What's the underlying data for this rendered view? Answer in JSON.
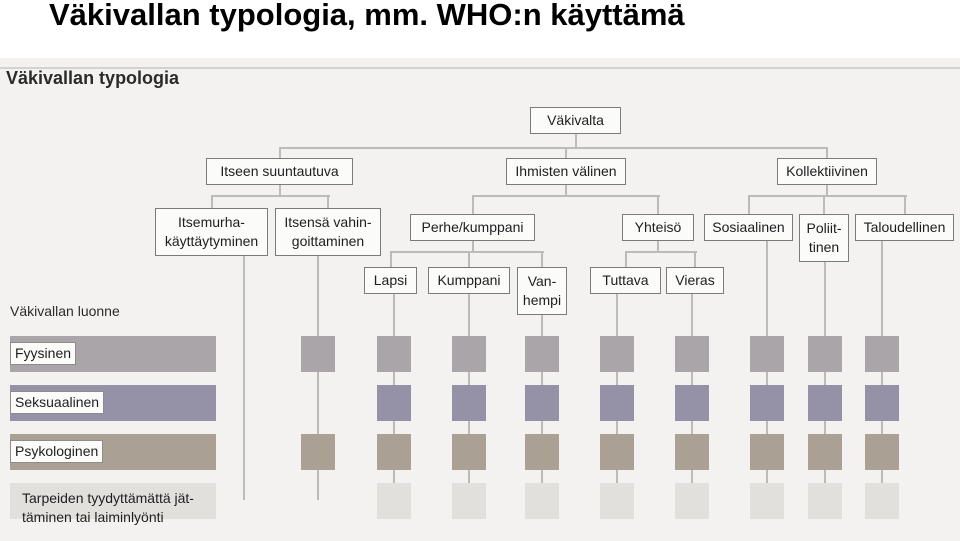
{
  "slide_title": "Väkivallan typologia, mm. WHO:n käyttämä",
  "figure": {
    "title": "Väkivallan typologia",
    "nature_label": "Väkivallan luonne",
    "root": {
      "label": "Väkivalta"
    },
    "level1": [
      {
        "id": "self",
        "label": "Itseen suuntautuva"
      },
      {
        "id": "inter",
        "label": "Ihmisten välinen"
      },
      {
        "id": "coll",
        "label": "Kollektiivinen"
      }
    ],
    "level2": [
      {
        "id": "suicide",
        "parent": "self",
        "label": "Itsemurha-\nkäyttäytyminen"
      },
      {
        "id": "selfharm",
        "parent": "self",
        "label": "Itsensä vahin-\ngoittaminen"
      },
      {
        "id": "family",
        "parent": "inter",
        "label": "Perhe/kumppani"
      },
      {
        "id": "community",
        "parent": "inter",
        "label": "Yhteisö"
      },
      {
        "id": "social",
        "parent": "coll",
        "label": "Sosiaalinen"
      },
      {
        "id": "political",
        "parent": "coll",
        "label": "Poliit-\ntinen"
      },
      {
        "id": "economic",
        "parent": "coll",
        "label": "Taloudellinen"
      }
    ],
    "level3": [
      {
        "id": "child",
        "parent": "family",
        "label": "Lapsi"
      },
      {
        "id": "partner",
        "parent": "family",
        "label": "Kumppani"
      },
      {
        "id": "elder",
        "parent": "family",
        "label": "Van-\nhempi"
      },
      {
        "id": "acquaintance",
        "parent": "community",
        "label": "Tuttava"
      },
      {
        "id": "stranger",
        "parent": "community",
        "label": "Vieras"
      }
    ],
    "natures": [
      {
        "label": "Fyysinen",
        "color": "#aaa5a8"
      },
      {
        "label": "Seksuaalinen",
        "color": "#9591a6"
      },
      {
        "label": "Psykologinen",
        "color": "#aaa093"
      },
      {
        "label": "Tarpeiden tyydyttämättä jät-\ntäminen tai laiminlyönti",
        "color": "#e2e0dd"
      }
    ],
    "cell_matrix": {
      "columns": [
        "suicide",
        "selfharm",
        "child",
        "partner",
        "elder",
        "acquaintance",
        "stranger",
        "social",
        "political",
        "economic"
      ],
      "applies": [
        [
          false,
          true,
          true,
          true,
          true,
          true,
          true,
          true,
          true,
          true
        ],
        [
          false,
          false,
          true,
          true,
          true,
          true,
          true,
          true,
          true,
          true
        ],
        [
          false,
          true,
          true,
          true,
          true,
          true,
          true,
          true,
          true,
          true
        ],
        [
          false,
          false,
          true,
          true,
          true,
          true,
          true,
          true,
          true,
          true
        ]
      ]
    }
  }
}
